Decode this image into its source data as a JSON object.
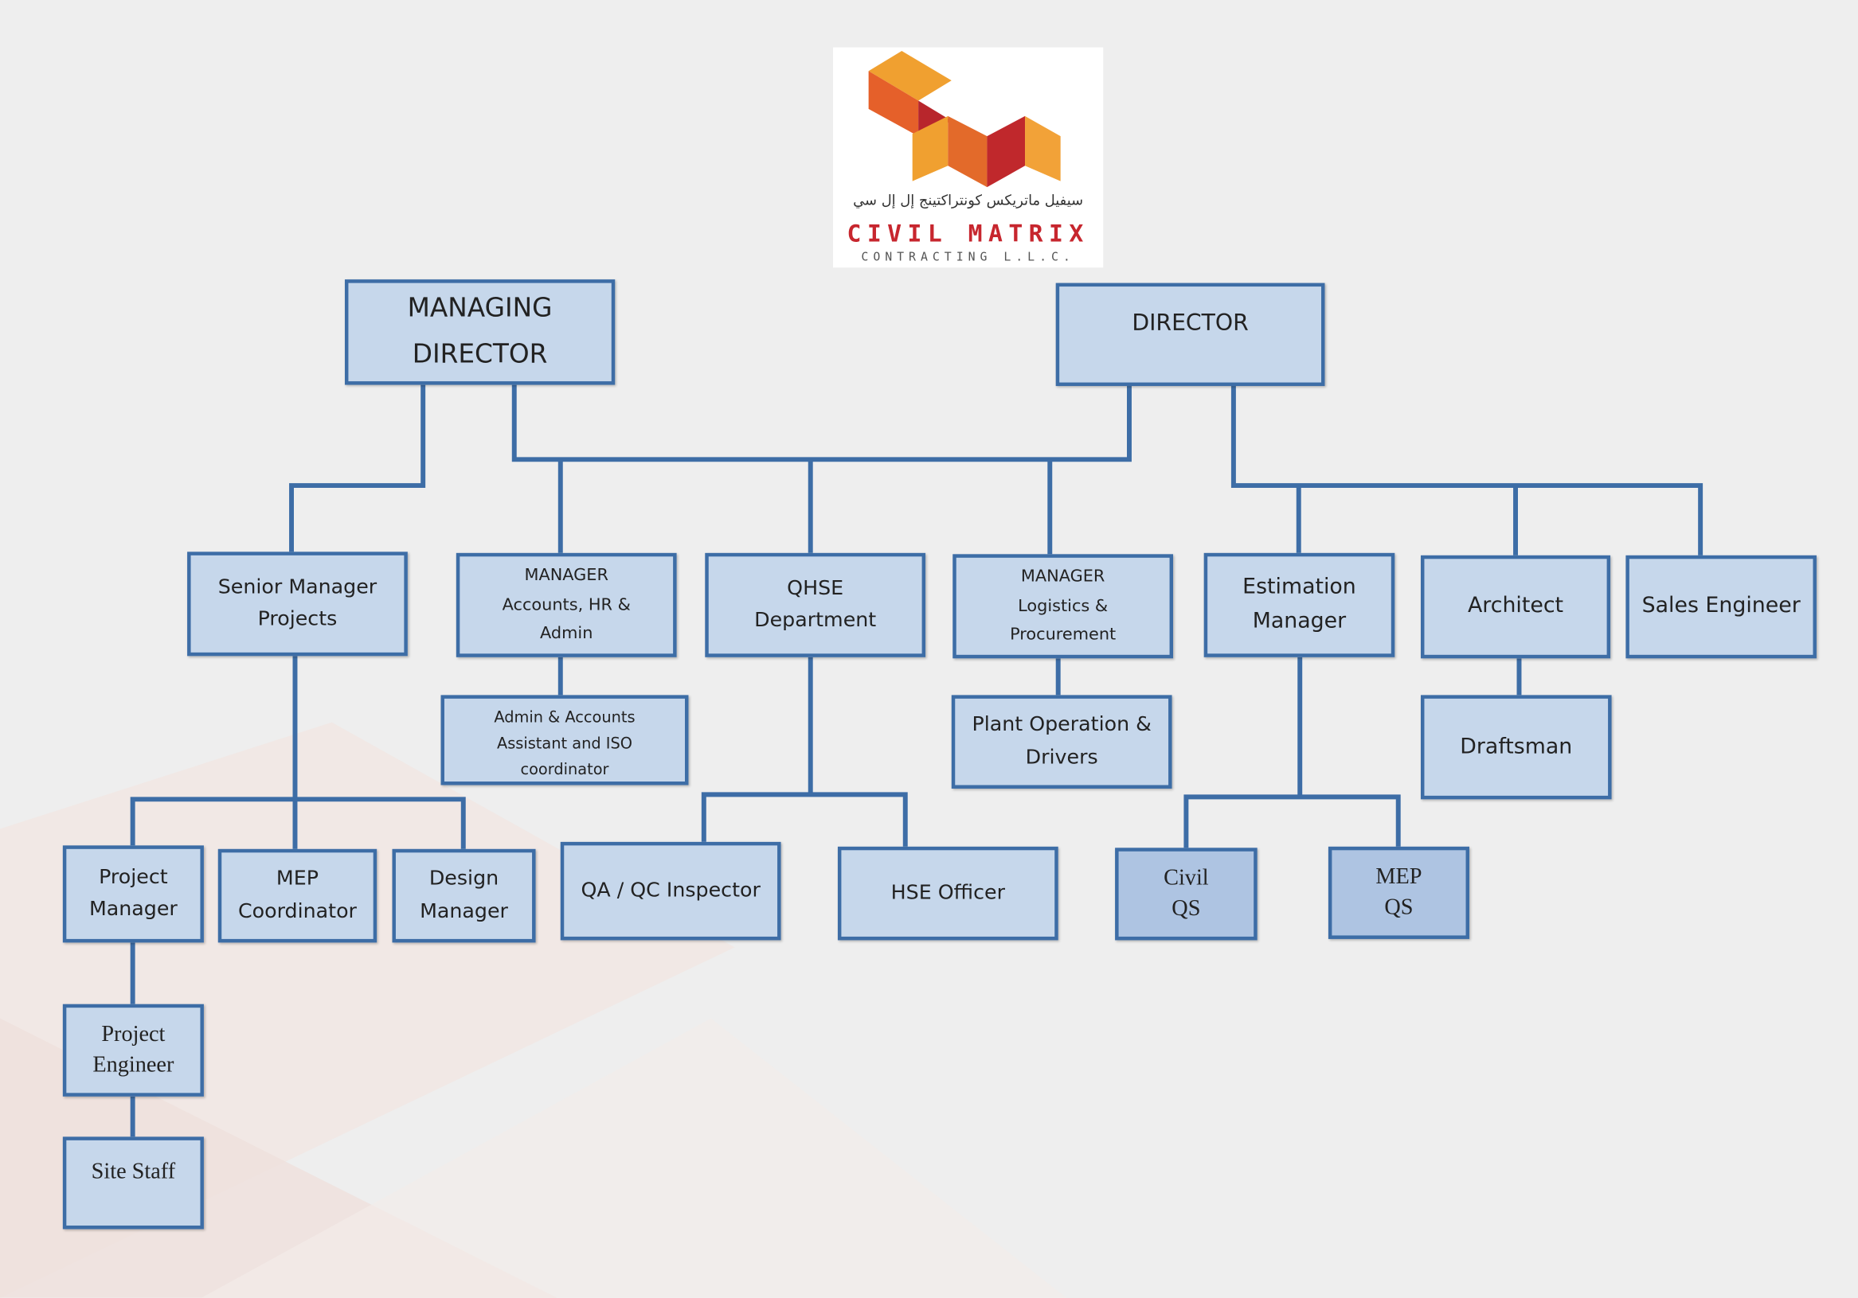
{
  "logo": {
    "arabic": "سيفيل ماتريكس كونتراكتينج إل إل سي",
    "name": "CIVIL MATRIX",
    "sub": "CONTRACTING L.L.C."
  },
  "colors": {
    "box_fill": "#c6d7eb",
    "box_border": "#3d6da6",
    "logo_red": "#c7262e",
    "logo_orange": "#f0a030"
  },
  "nodes": {
    "managing_director": [
      "MANAGING",
      "DIRECTOR"
    ],
    "director": [
      "DIRECTOR"
    ],
    "senior_manager": [
      "Senior Manager",
      "Projects"
    ],
    "manager_accounts": [
      "MANAGER",
      "Accounts, HR &",
      "Admin"
    ],
    "qhse": [
      "QHSE",
      "Department"
    ],
    "manager_logistics": [
      "MANAGER",
      "Logistics &",
      "Procurement"
    ],
    "estimation": [
      "Estimation",
      "Manager"
    ],
    "architect": [
      "Architect"
    ],
    "sales": [
      "Sales Engineer"
    ],
    "admin_assistant": [
      "Admin & Accounts",
      "Assistant and ISO",
      "coordinator"
    ],
    "plant": [
      "Plant Operation &",
      "Drivers"
    ],
    "draftsman": [
      "Draftsman"
    ],
    "project_manager": [
      "Project",
      "Manager"
    ],
    "mep_coordinator": [
      "MEP",
      "Coordinator"
    ],
    "design_manager": [
      "Design",
      "Manager"
    ],
    "qa_qc": [
      "QA / QC Inspector"
    ],
    "hse": [
      "HSE Officer"
    ],
    "civil_qs": [
      "Civil",
      "QS"
    ],
    "mep_qs": [
      "MEP",
      "QS"
    ],
    "project_engineer": [
      "Project",
      "Engineer"
    ],
    "site_staff": [
      "Site Staff"
    ]
  }
}
